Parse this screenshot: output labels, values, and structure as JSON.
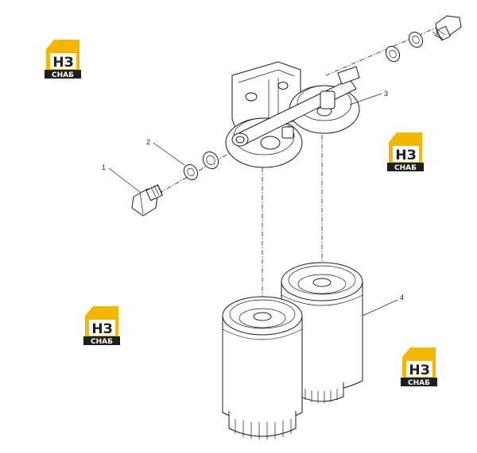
{
  "logo": {
    "letters": "НЗ",
    "word": "СНАБ",
    "colors": {
      "gold": "#f2b705",
      "dark": "#1e1e1e",
      "white": "#ffffff"
    }
  },
  "callouts": [
    {
      "number": "1"
    },
    {
      "number": "2"
    },
    {
      "number": "3"
    },
    {
      "number": "4"
    }
  ]
}
